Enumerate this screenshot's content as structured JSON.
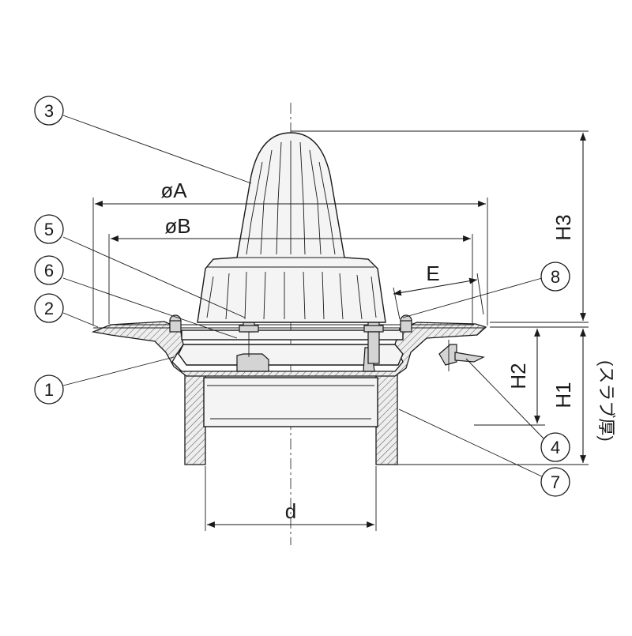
{
  "drawing": {
    "dimensions": {
      "A": "øA",
      "B": "øB",
      "E": "E",
      "d": "d",
      "H1": "H1",
      "H2": "H2",
      "H3": "H3",
      "slab": "(スラブ厚)"
    },
    "callouts": [
      "1",
      "2",
      "3",
      "4",
      "5",
      "6",
      "7",
      "8"
    ]
  }
}
